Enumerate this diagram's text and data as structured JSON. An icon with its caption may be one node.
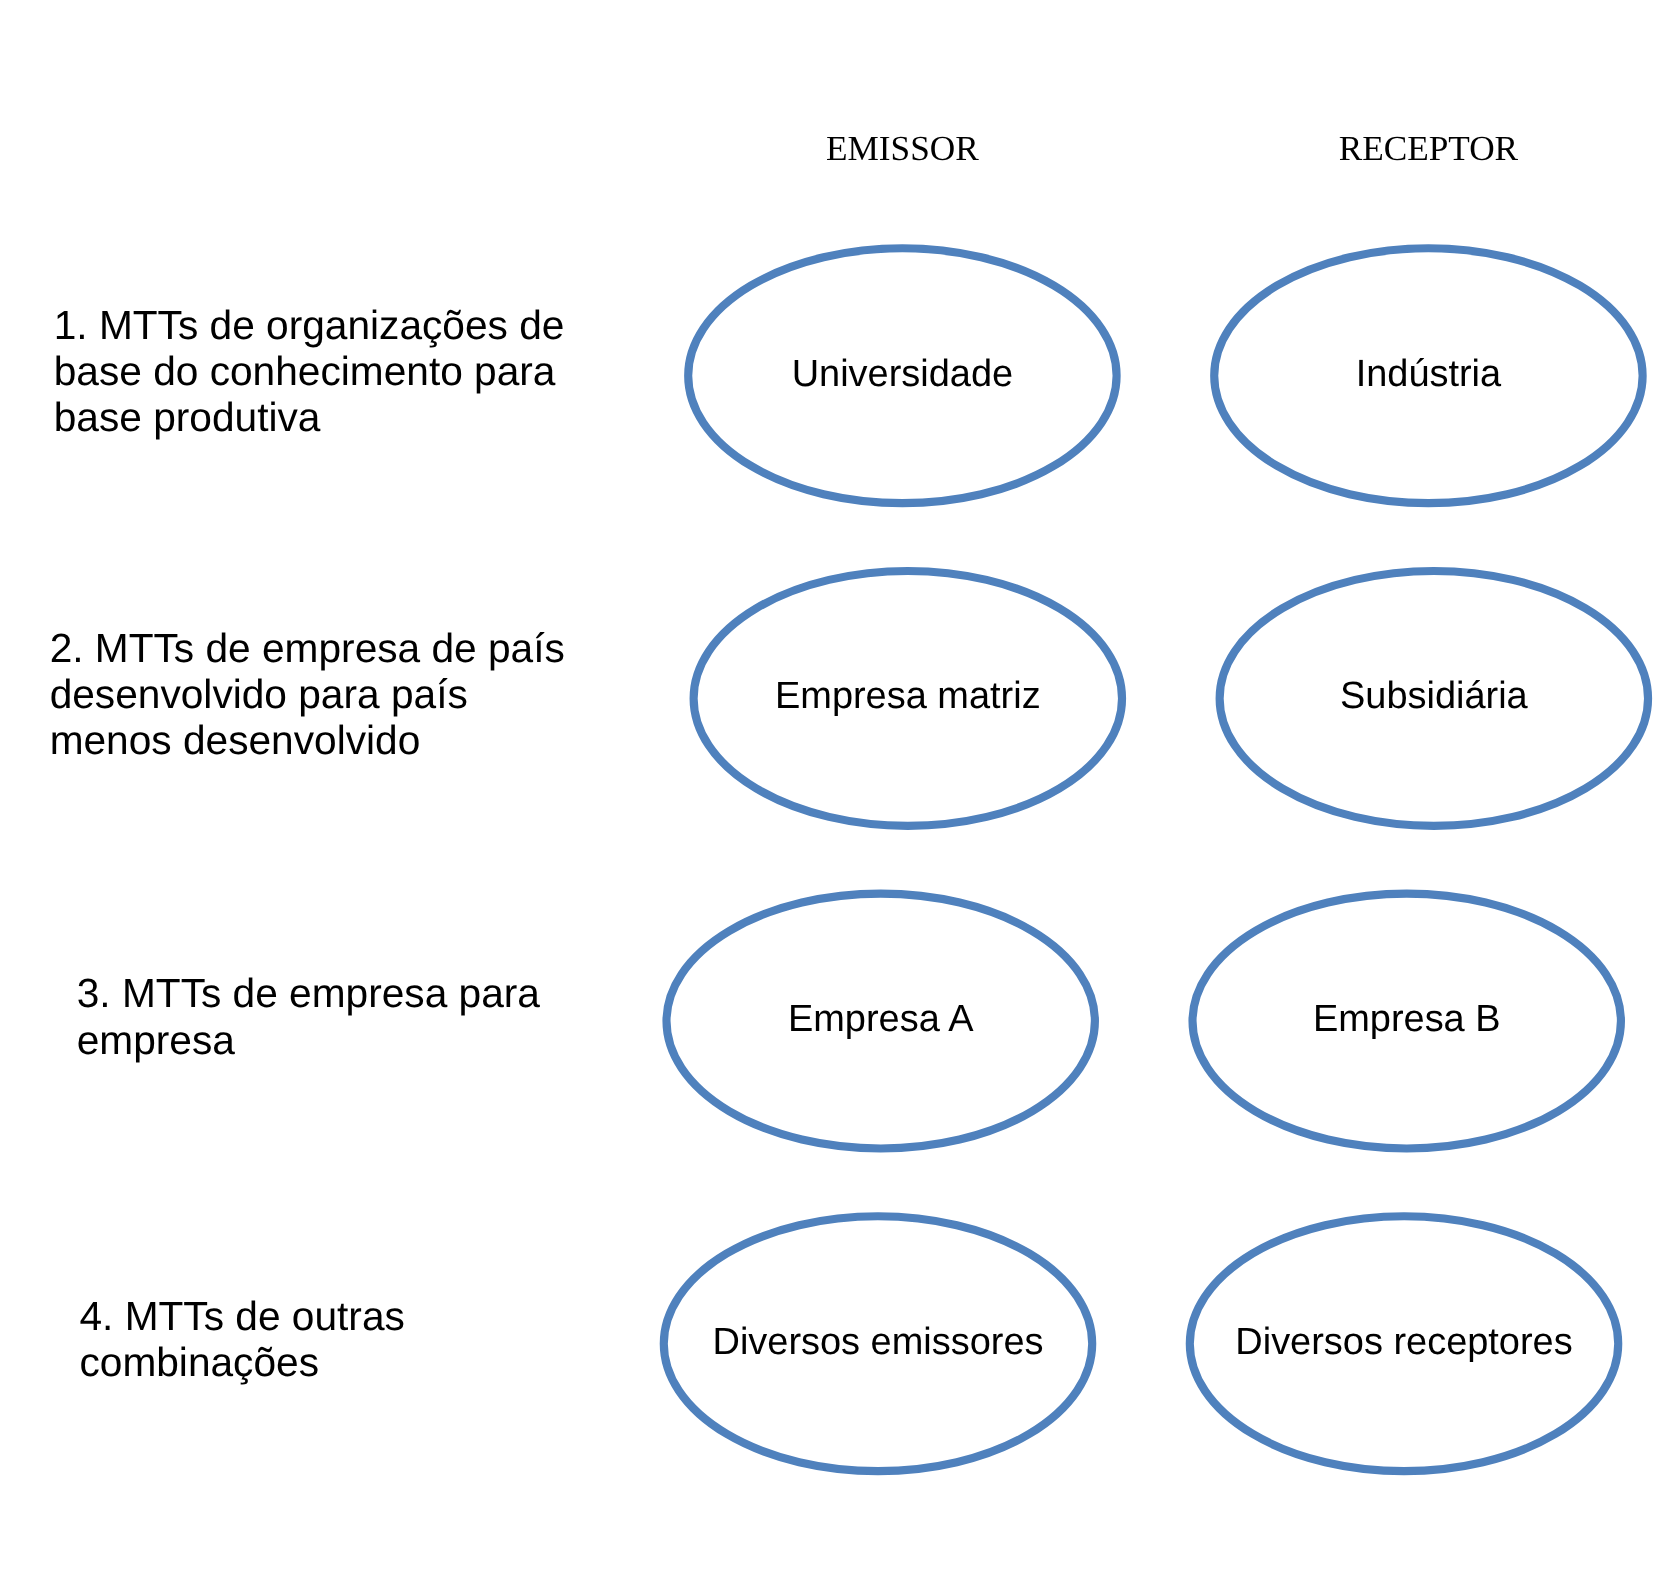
{
  "diagram": {
    "nodes": [
      {
        "text": [
          "Universidade"
        ]
      },
      {
        "text": [
          "Indústria"
        ]
      },
      {
        "text": [
          "Empresa matriz"
        ]
      },
      {
        "text": [
          "Subsidiária"
        ]
      },
      {
        "text": [
          "Empresa A"
        ]
      },
      {
        "text": [
          "Empresa B"
        ]
      },
      {
        "text": [
          "Diversos emissores"
        ]
      },
      {
        "text": [
          "Diversos receptores"
        ]
      }
    ],
    "labels": [
      "EMISSOR",
      "RECEPTOR",
      "1. MTTs de organizações de base do conhecimento para base produtiva",
      "2. MTTs de empresa de país desenvolvido para país menos desenvolvido",
      "3. MTTs de empresa para empresa",
      "4. MTTs de outras combinações"
    ]
  }
}
